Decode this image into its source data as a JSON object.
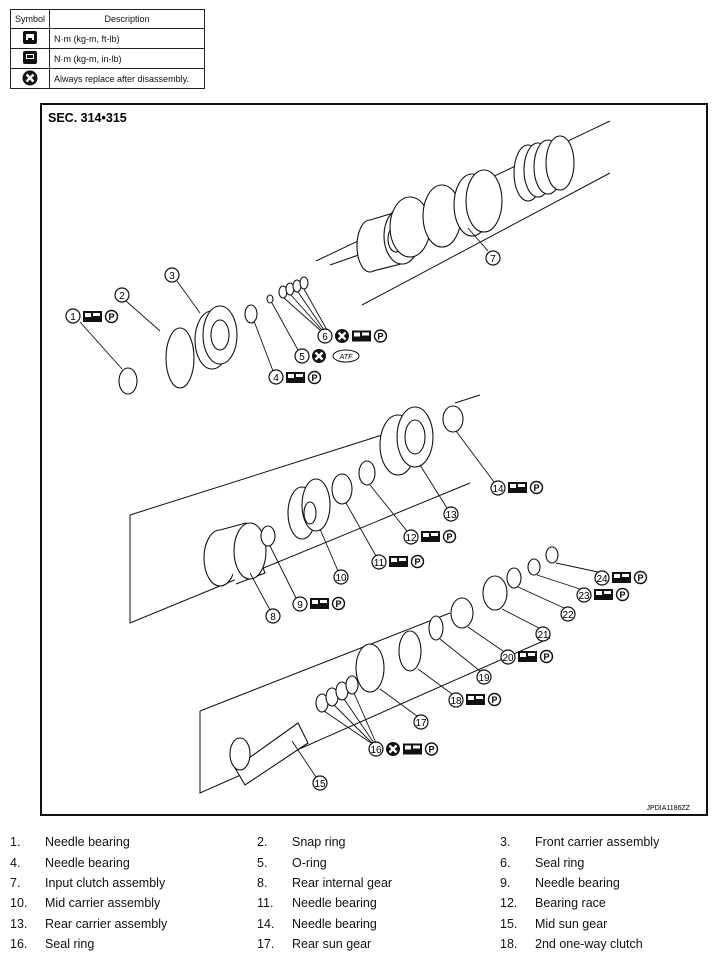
{
  "symbol_table": {
    "header_symbol": "Symbol",
    "header_description": "Description",
    "rows": [
      {
        "icon": "torque-wrench-ft-lb-icon",
        "description": "N·m (kg-m, ft-lb)"
      },
      {
        "icon": "torque-wrench-in-lb-icon",
        "description": "N·m (kg-m, in-lb)"
      },
      {
        "icon": "always-replace-icon",
        "description": "Always replace after disassembly."
      }
    ]
  },
  "diagram": {
    "section": "SEC. 314•315",
    "code": "JPDIA1186ZZ",
    "atf_label": "ATF",
    "callouts": [
      "1",
      "2",
      "3",
      "4",
      "5",
      "6",
      "7",
      "8",
      "9",
      "10",
      "11",
      "12",
      "13",
      "14",
      "15",
      "16",
      "17",
      "18",
      "19",
      "20",
      "21",
      "22",
      "23",
      "24"
    ],
    "petroleum_jelly_symbol": "P"
  },
  "legend": [
    {
      "num": "1.",
      "label": "Needle bearing"
    },
    {
      "num": "2.",
      "label": "Snap ring"
    },
    {
      "num": "3.",
      "label": "Front carrier assembly"
    },
    {
      "num": "4.",
      "label": "Needle bearing"
    },
    {
      "num": "5.",
      "label": "O-ring"
    },
    {
      "num": "6.",
      "label": "Seal ring"
    },
    {
      "num": "7.",
      "label": "Input clutch assembly"
    },
    {
      "num": "8.",
      "label": "Rear internal gear"
    },
    {
      "num": "9.",
      "label": "Needle bearing"
    },
    {
      "num": "10.",
      "label": "Mid carrier assembly"
    },
    {
      "num": "11.",
      "label": "Needle bearing"
    },
    {
      "num": "12.",
      "label": "Bearing race"
    },
    {
      "num": "13.",
      "label": "Rear carrier assembly"
    },
    {
      "num": "14.",
      "label": "Needle bearing"
    },
    {
      "num": "15.",
      "label": "Mid sun gear"
    },
    {
      "num": "16.",
      "label": "Seal ring"
    },
    {
      "num": "17.",
      "label": "Rear sun gear"
    },
    {
      "num": "18.",
      "label": "2nd one-way clutch"
    }
  ]
}
